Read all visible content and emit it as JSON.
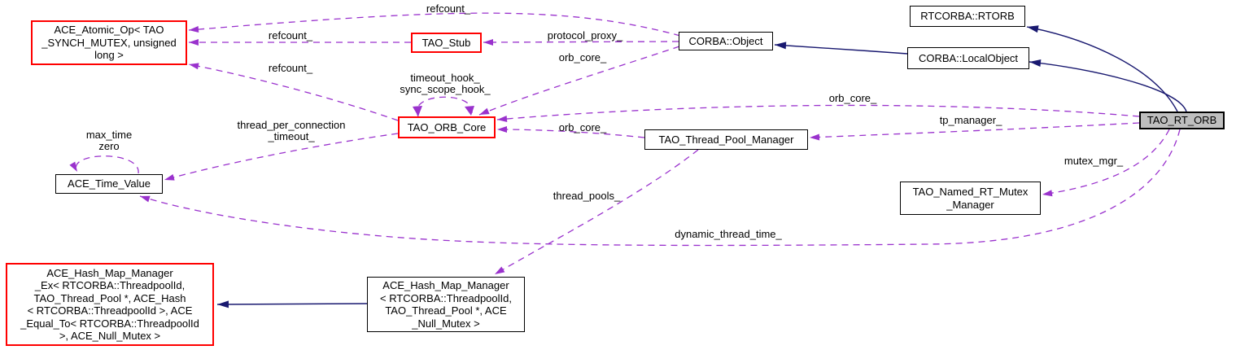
{
  "diagram": {
    "colors": {
      "background": "#ffffff",
      "usage_edge": "#9a32cd",
      "inheritance_edge": "#191970",
      "highlighted_node_border": "#ff0000",
      "node_border": "#000000",
      "current_node_fill": "#bfbfbf",
      "text": "#000000"
    },
    "nodes": {
      "ace_atomic_op": {
        "label": "ACE_Atomic_Op< TAO\n_SYNCH_MUTEX, unsigned\nlong >"
      },
      "tao_stub": {
        "label": "TAO_Stub"
      },
      "corba_object": {
        "label": "CORBA::Object"
      },
      "rtcorba_rtorb": {
        "label": "RTCORBA::RTORB"
      },
      "corba_local_object": {
        "label": "CORBA::LocalObject"
      },
      "tao_orb_core": {
        "label": "TAO_ORB_Core"
      },
      "tao_thread_pool_manager": {
        "label": "TAO_Thread_Pool_Manager"
      },
      "tao_rt_orb": {
        "label": "TAO_RT_ORB"
      },
      "ace_time_value": {
        "label": "ACE_Time_Value"
      },
      "tao_named_rt_mutex_manager": {
        "label": "TAO_Named_RT_Mutex\n_Manager"
      },
      "ace_hash_map_manager_ex": {
        "label": "ACE_Hash_Map_Manager\n_Ex< RTCORBA::ThreadpoolId,\nTAO_Thread_Pool *, ACE_Hash\n< RTCORBA::ThreadpoolId >, ACE\n_Equal_To< RTCORBA::ThreadpoolId\n>, ACE_Null_Mutex >"
      },
      "ace_hash_map_manager": {
        "label": "ACE_Hash_Map_Manager\n< RTCORBA::ThreadpoolId,\nTAO_Thread_Pool *, ACE\n_Null_Mutex >"
      }
    },
    "edge_labels": {
      "refcount_corba_object": "refcount_",
      "refcount_tao_stub": "refcount_",
      "refcount_orb_core": "refcount_",
      "protocol_proxy": "protocol_proxy_",
      "orb_core_corba_object": "orb_core_",
      "timeout_hooks": "timeout_hook_\nsync_scope_hook_",
      "orb_core_rt_orb": "orb_core_",
      "tp_manager": "tp_manager_",
      "orb_core_thread_pool_manager": "orb_core_",
      "thread_per_connection_timeout": "thread_per_connection\n_timeout_",
      "max_time_zero": "max_time\nzero",
      "mutex_mgr": "mutex_mgr_",
      "thread_pools": "thread_pools_",
      "dynamic_thread_time": "dynamic_thread_time_"
    }
  }
}
